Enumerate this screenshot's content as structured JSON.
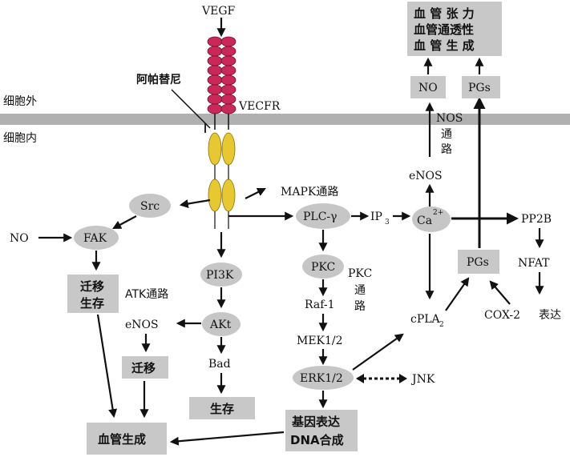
{
  "labels": {
    "ligand": "VEGF",
    "receptor": "VECFR",
    "inhibitor": "阿帕替尼",
    "extracellular": "细胞外",
    "intracellular": "细胞内",
    "mapk": "MAPK通路",
    "src": "Src",
    "no_left": "NO",
    "fak": "FAK",
    "migrate_survive_1": "迁移",
    "migrate_survive_2": "生存",
    "atk_pathway": "ATK通路",
    "enos_left": "eNOS",
    "migration": "迁移",
    "pi3k": "PI3K",
    "akt": "AKt",
    "bad": "Bad",
    "survival": "生存",
    "angiogenesis": "血管生成",
    "plc": "PLC-γ",
    "ip3": "IP",
    "ip3_sub": "3",
    "ca": "Ca",
    "ca_sup": "2+",
    "pp2b": "PP2B",
    "nfat": "NFAT",
    "cox2": "COX-2",
    "expression": "表达",
    "pgs_mid": "PGs",
    "cpla2": "cPLA",
    "cpla2_sub": "2",
    "enos_right": "eNOS",
    "nos_pathway_1": "NOS",
    "nos_pathway_2": "通",
    "nos_pathway_3": "路",
    "no_right": "NO",
    "pgs_top": "PGs",
    "pkc": "PKC",
    "pkc_pathway_1": "PKC",
    "pkc_pathway_2": "通",
    "pkc_pathway_3": "路",
    "raf1": "Raf-1",
    "mek": "MEK1/2",
    "erk": "ERK1/2",
    "jnk": "JNK",
    "gene_expr": "基因表达",
    "dna": "DNA合成",
    "outcome_1": "血 管 张 力",
    "outcome_2": "血管通透性",
    "outcome_3": "血 管 生 成"
  },
  "colors": {
    "receptor_extracellular": "#c8285a",
    "receptor_intracellular": "#e8c832",
    "membrane": "#b0b0b0",
    "node_fill": "#c6c6c6"
  }
}
